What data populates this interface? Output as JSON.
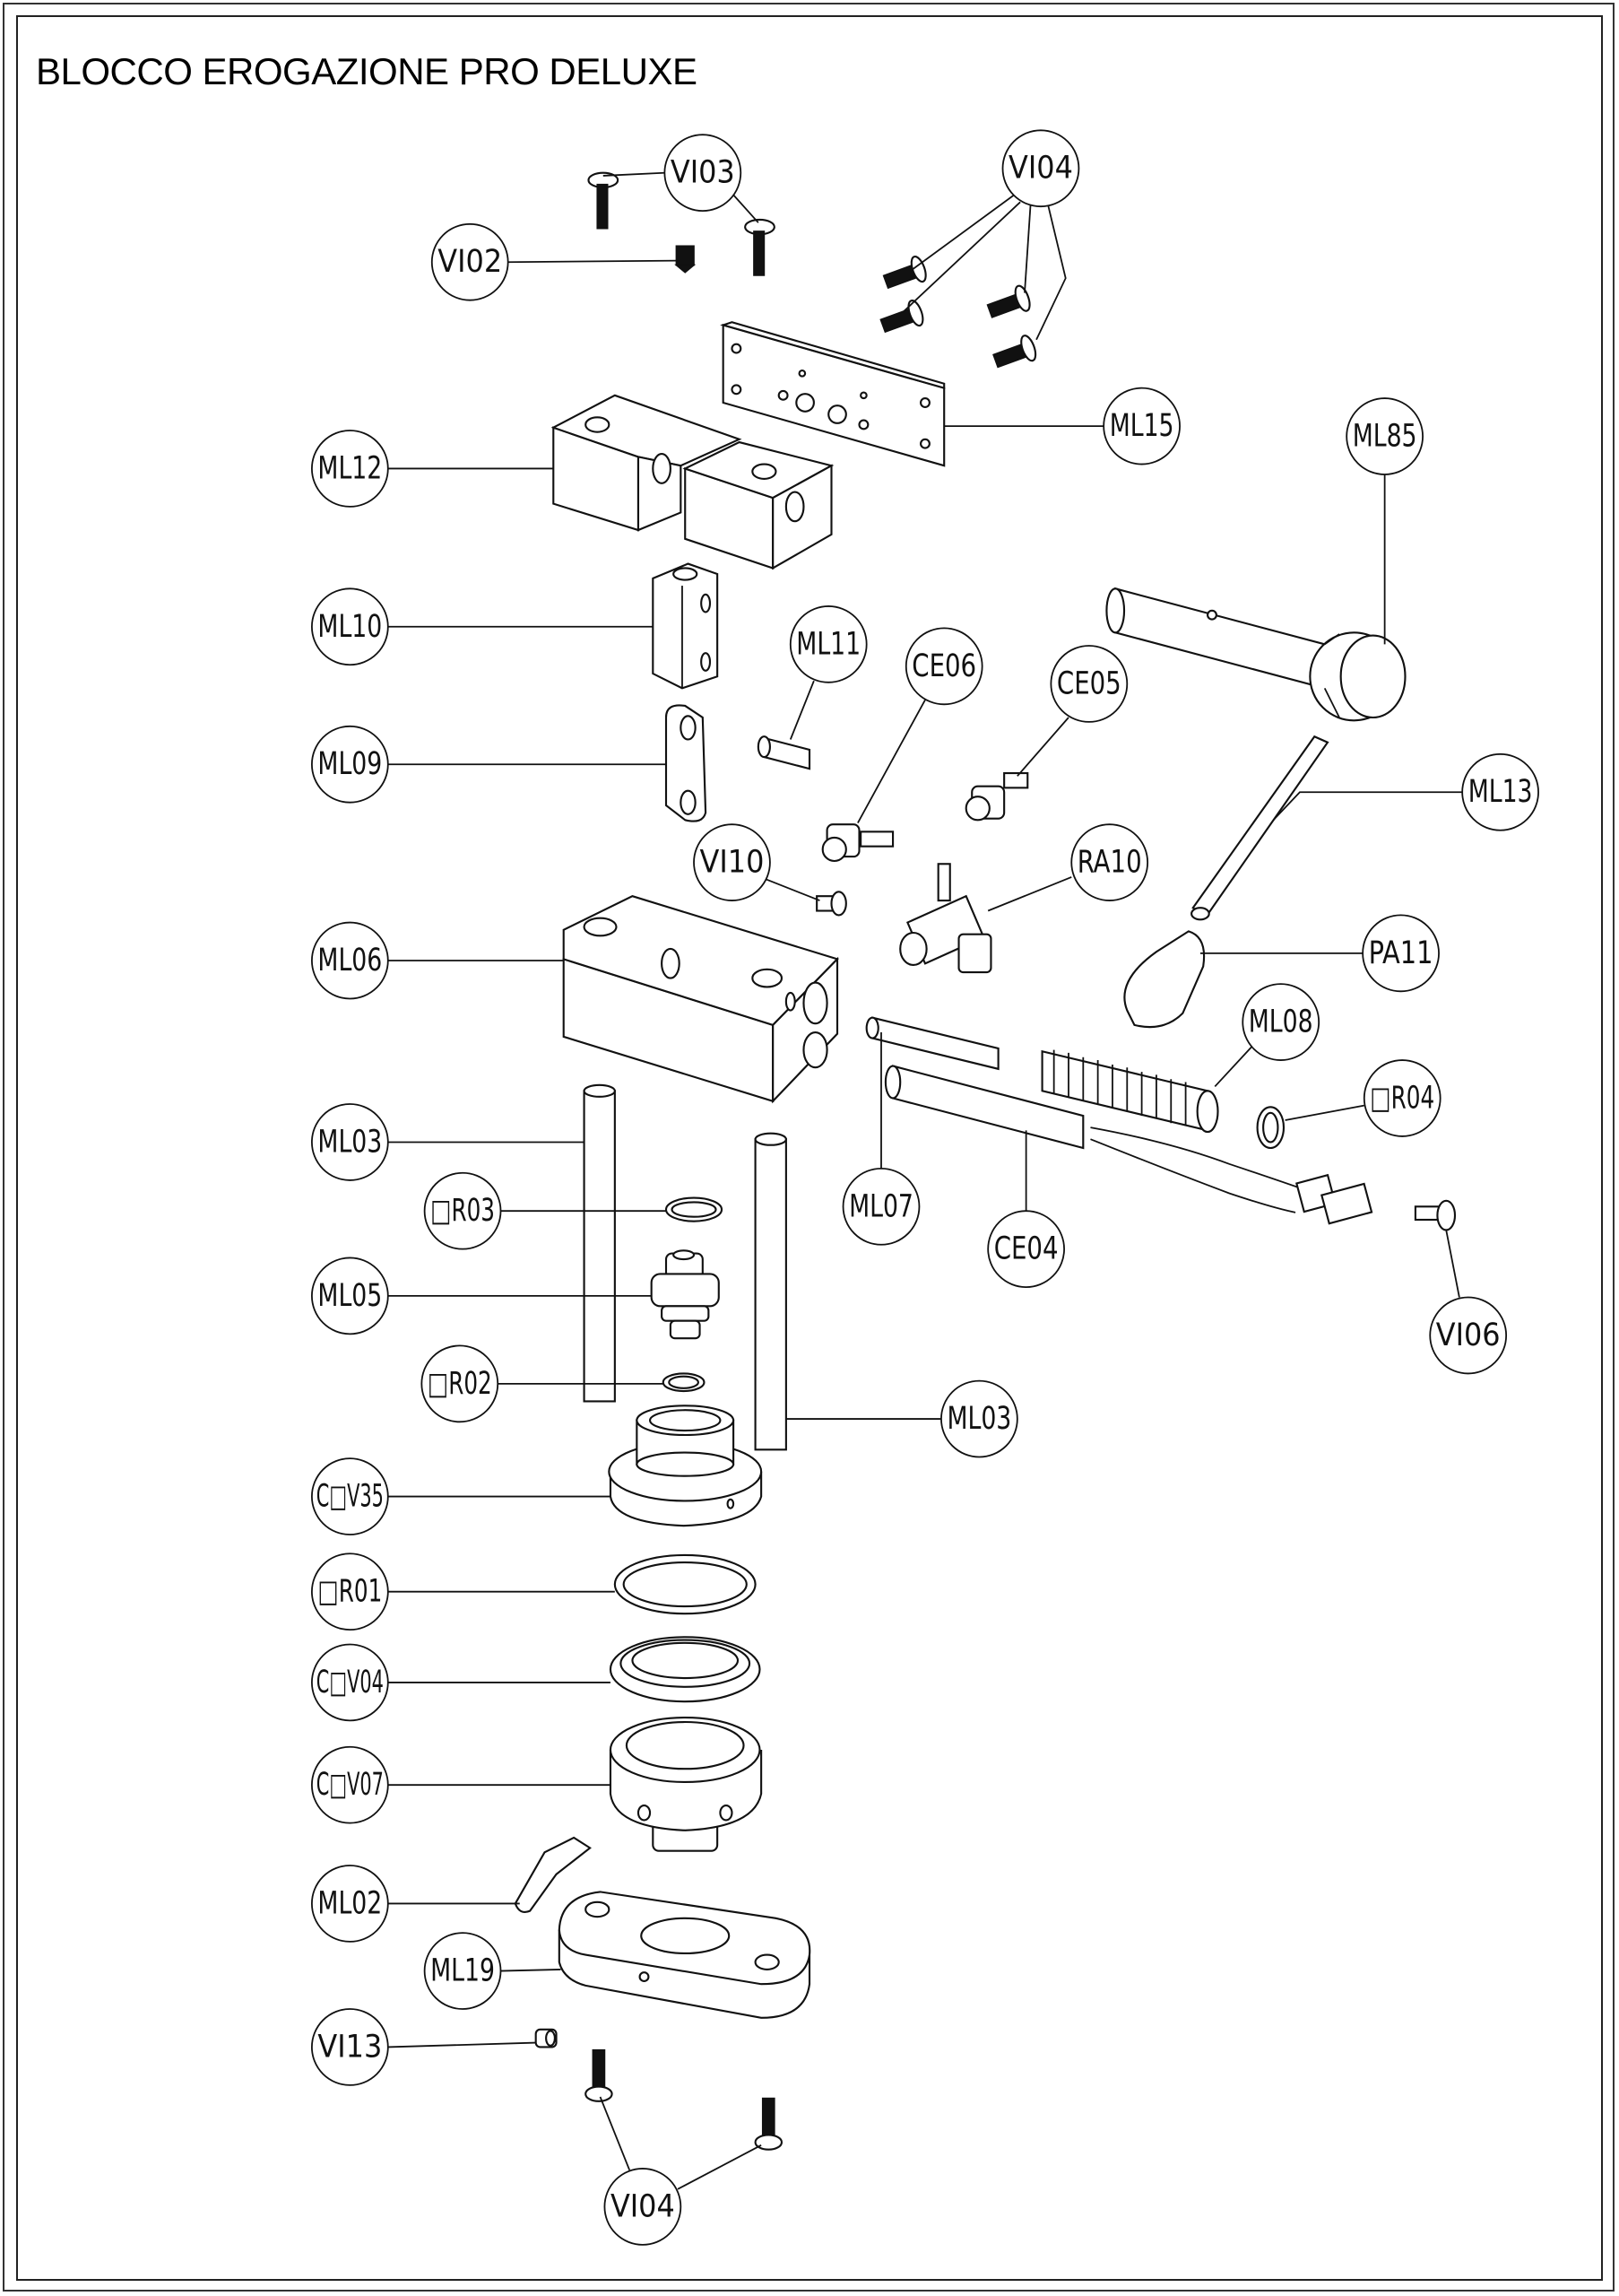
{
  "title": "BLOCCO EROGAZIONE PRO DELUXE",
  "callouts": [
    {
      "id": "vi03",
      "label": "VI03"
    },
    {
      "id": "vi04-top",
      "label": "VI04"
    },
    {
      "id": "vi02",
      "label": "VI02"
    },
    {
      "id": "ml15",
      "label": "ML15"
    },
    {
      "id": "ml85",
      "label": "ML85"
    },
    {
      "id": "ml12",
      "label": "ML12"
    },
    {
      "id": "ml10",
      "label": "ML10"
    },
    {
      "id": "ml11",
      "label": "ML11"
    },
    {
      "id": "ce06",
      "label": "CE06"
    },
    {
      "id": "ce05",
      "label": "CE05"
    },
    {
      "id": "ml09",
      "label": "ML09"
    },
    {
      "id": "ml13",
      "label": "ML13"
    },
    {
      "id": "vi10",
      "label": "VI10"
    },
    {
      "id": "ra10",
      "label": "RA10"
    },
    {
      "id": "ml06",
      "label": "ML06"
    },
    {
      "id": "pa11",
      "label": "PA11"
    },
    {
      "id": "ml08",
      "label": "ML08"
    },
    {
      "id": "or04",
      "label": "□R04"
    },
    {
      "id": "ml03-left",
      "label": "ML03"
    },
    {
      "id": "or03",
      "label": "□R03"
    },
    {
      "id": "ml07",
      "label": "ML07"
    },
    {
      "id": "ce04",
      "label": "CE04"
    },
    {
      "id": "ml05",
      "label": "ML05"
    },
    {
      "id": "vi06",
      "label": "VI06"
    },
    {
      "id": "or02",
      "label": "□R02"
    },
    {
      "id": "ml03-right",
      "label": "ML03"
    },
    {
      "id": "cov35",
      "label": "C□V35"
    },
    {
      "id": "or01",
      "label": "□R01"
    },
    {
      "id": "cov04",
      "label": "C□V04"
    },
    {
      "id": "cov07",
      "label": "C□V07"
    },
    {
      "id": "ml02",
      "label": "ML02"
    },
    {
      "id": "ml19",
      "label": "ML19"
    },
    {
      "id": "vi13",
      "label": "VI13"
    },
    {
      "id": "vi04-bottom",
      "label": "VI04"
    }
  ]
}
